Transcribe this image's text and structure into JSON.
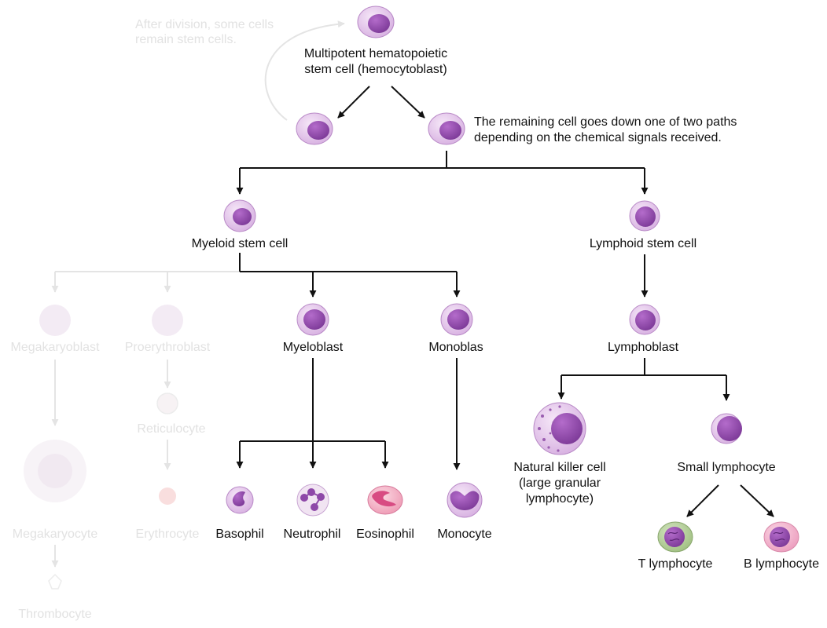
{
  "colors": {
    "line": "#111111",
    "faded_line": "#e4e4e4",
    "faded_text": "#e2e2e2",
    "cell_membrane": "#e7c9ee",
    "cell_membrane_edge": "#b98ac7",
    "nucleus": "#9b51b5",
    "nucleus_dark": "#7d3a98",
    "eosinophil_cyto": "#f6b4c6",
    "eosinophil_nucleus": "#e04e86",
    "t_lymphocyte_cyto": "#b9d2a0",
    "b_lymphocyte_cyto": "#f4b5cf",
    "faded_cell": "#f2e8f3",
    "faded_red": "#f7d6d6"
  },
  "labels": {
    "self_renewal_note": [
      "After division, some cells",
      "remain stem cells."
    ],
    "hemocytoblast": [
      "Multipotent hematopoietic",
      "stem cell (hemocytoblast)"
    ],
    "paths_note": [
      "The remaining cell goes down one of two paths",
      "depending on the chemical signals received."
    ],
    "myeloid_stem_cell": "Myeloid stem cell",
    "lymphoid_stem_cell": "Lymphoid stem cell",
    "megakaryoblast": "Megakaryoblast",
    "proerythroblast": "Proerythroblast",
    "myeloblast": "Myeloblast",
    "monoblast": "Monoblas",
    "lymphoblast": "Lymphoblast",
    "reticulocyte": "Reticulocyte",
    "megakaryocyte": "Megakaryocyte",
    "erythrocyte": "Erythrocyte",
    "basophil": "Basophil",
    "neutrophil": "Neutrophil",
    "eosinophil": "Eosinophil",
    "monocyte": "Monocyte",
    "natural_killer": [
      "Natural killer cell",
      "(large granular",
      "lymphocyte)"
    ],
    "small_lymphocyte": "Small lymphocyte",
    "t_lymphocyte": "T lymphocyte",
    "b_lymphocyte": "B lymphocyte",
    "thrombocyte": "Thrombocyte"
  }
}
